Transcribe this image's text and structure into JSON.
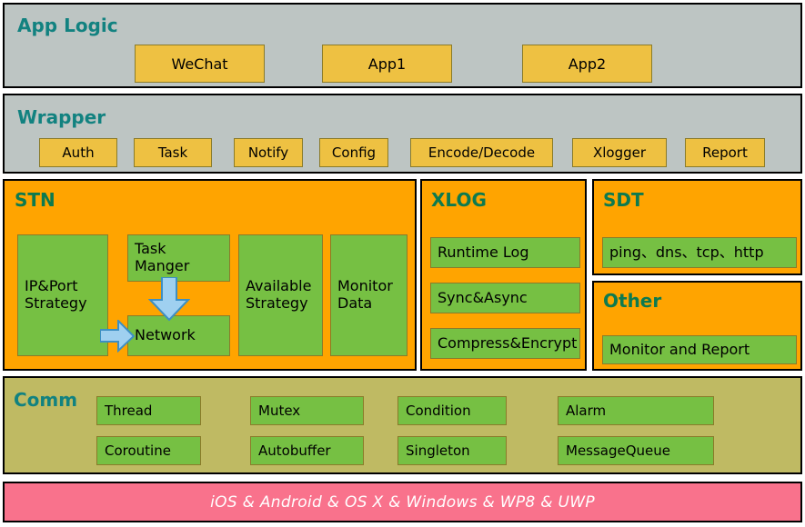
{
  "colors": {
    "gray_panel": "#bdc5c3",
    "orange_panel": "#ffa400",
    "olive_panel": "#bfba63",
    "pink_bar": "#f9728c",
    "green_box": "#76c043",
    "yellow_box": "#eec142",
    "teal_title": "#128280",
    "green_title": "#0d7a4f",
    "arrow_fill": "#9fd0f0",
    "arrow_stroke": "#3c8fc4",
    "border": "#000000"
  },
  "app_logic": {
    "title": "App Logic",
    "boxes": [
      {
        "label": "WeChat"
      },
      {
        "label": "App1"
      },
      {
        "label": "App2"
      }
    ]
  },
  "wrapper": {
    "title": "Wrapper",
    "boxes": [
      {
        "label": "Auth"
      },
      {
        "label": "Task"
      },
      {
        "label": "Notify"
      },
      {
        "label": "Config"
      },
      {
        "label": "Encode/Decode"
      },
      {
        "label": "Xlogger"
      },
      {
        "label": "Report"
      }
    ]
  },
  "stn": {
    "title": "STN",
    "ip_port_strategy": "IP&Port\nStrategy",
    "task_manger": "Task\nManger",
    "network": "Network",
    "available_strategy": "Available\nStrategy",
    "monitor_data": "Monitor\nData",
    "arrows": [
      {
        "name": "task-manger-to-network",
        "direction": "down"
      },
      {
        "name": "ip-port-strategy-to-network",
        "direction": "right"
      }
    ]
  },
  "xlog": {
    "title": "XLOG",
    "boxes": [
      {
        "label": "Runtime Log"
      },
      {
        "label": "Sync&Async"
      },
      {
        "label": "Compress&Encrypt"
      }
    ]
  },
  "sdt": {
    "title": "SDT",
    "boxes": [
      {
        "label": "ping、dns、tcp、http"
      }
    ]
  },
  "other": {
    "title": "Other",
    "boxes": [
      {
        "label": "Monitor and Report"
      }
    ]
  },
  "comm": {
    "title": "Comm",
    "rows": [
      [
        {
          "label": "Thread"
        },
        {
          "label": "Mutex"
        },
        {
          "label": "Condition"
        },
        {
          "label": "Alarm"
        }
      ],
      [
        {
          "label": "Coroutine"
        },
        {
          "label": "Autobuffer"
        },
        {
          "label": "Singleton"
        },
        {
          "label": "MessageQueue"
        }
      ]
    ]
  },
  "platforms": {
    "label": "iOS & Android & OS X & Windows & WP8 & UWP"
  }
}
